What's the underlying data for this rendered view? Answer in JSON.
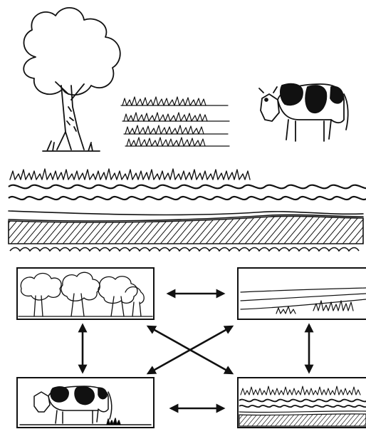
{
  "diagram": {
    "top_row": [
      {
        "id": "tree",
        "icon": "tree-icon"
      },
      {
        "id": "grass",
        "icon": "grass-icon"
      },
      {
        "id": "cow",
        "icon": "cow-icon"
      }
    ],
    "soil_profile": {
      "icon": "soil-profile-icon",
      "layers": [
        "plants",
        "topsoil",
        "subsoil",
        "rock"
      ]
    },
    "panels": [
      {
        "id": "forest",
        "icon": "forest-icon"
      },
      {
        "id": "field",
        "icon": "field-icon"
      },
      {
        "id": "cow",
        "icon": "cow-icon"
      },
      {
        "id": "soil",
        "icon": "soil-profile-icon"
      }
    ],
    "connections": [
      {
        "from": "forest",
        "to": "field",
        "style": "double-arrow"
      },
      {
        "from": "forest",
        "to": "cow",
        "style": "double-arrow"
      },
      {
        "from": "field",
        "to": "soil",
        "style": "double-arrow"
      },
      {
        "from": "cow",
        "to": "soil",
        "style": "double-arrow"
      },
      {
        "from": "forest",
        "to": "soil",
        "style": "double-arrow"
      },
      {
        "from": "field",
        "to": "cow",
        "style": "double-arrow"
      }
    ],
    "colors": {
      "ink": "#111111",
      "background": "#ffffff"
    }
  }
}
